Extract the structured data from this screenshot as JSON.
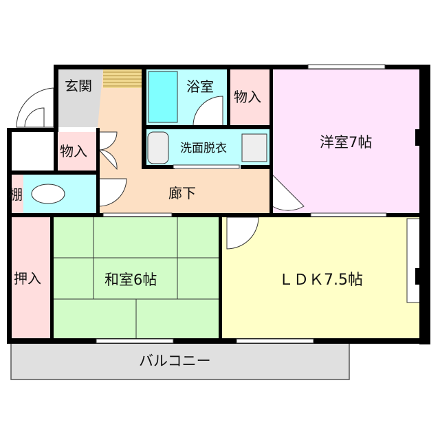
{
  "rooms": {
    "genkan": "玄関",
    "bath": "浴室",
    "storage_top": "物入",
    "western": "洋室7帖",
    "washroom": "洗面脱衣",
    "storage_left": "物入",
    "shelf": "棚",
    "hallway": "廊下",
    "closet": "押入",
    "japanese": "和室6帖",
    "ldk": "ＬＤＫ7.5帖",
    "balcony": "バルコニー"
  },
  "colors": {
    "genkan": "#dcdcdc",
    "hallway": "#fde0c4",
    "water": "#c0ffff",
    "storage": "#ffdede",
    "western": "#ffe4fc",
    "japanese": "#d2fcc8",
    "ldk": "#ffffc8",
    "balcony": "#e0e0e0",
    "wall": "#000000"
  }
}
